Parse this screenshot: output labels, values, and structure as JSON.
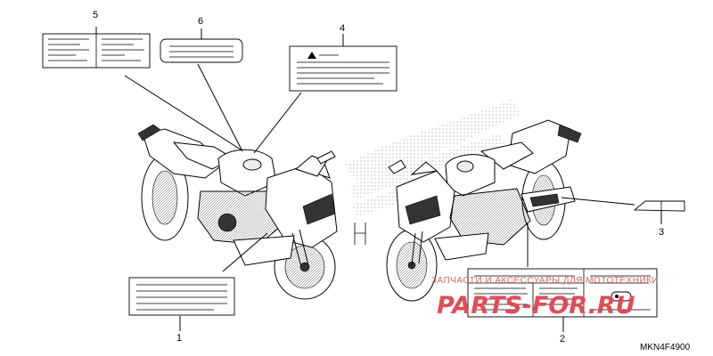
{
  "callouts": [
    {
      "id": "1",
      "text": "1"
    },
    {
      "id": "2",
      "text": "2"
    },
    {
      "id": "3",
      "text": "3"
    },
    {
      "id": "4",
      "text": "4"
    },
    {
      "id": "5",
      "text": "5"
    },
    {
      "id": "6",
      "text": "6"
    }
  ],
  "diagram_code": "MKN4F4900",
  "watermark": {
    "line1": "ЗАПЧАСТИ И АКСЕССУАРЫ ДЛЯ МОТОТЕХНИКИ",
    "line2": "PARTS-FOR.RU"
  },
  "icons": {
    "warning": "warning-triangle-icon",
    "key": "key-icon"
  }
}
